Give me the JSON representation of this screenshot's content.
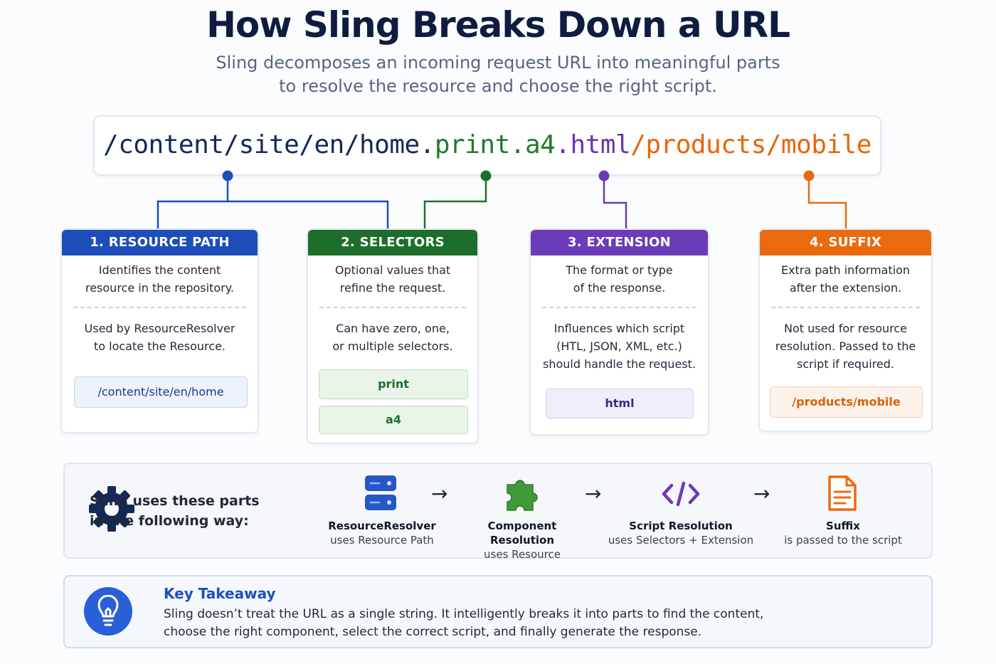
{
  "title": "How Sling Breaks Down a URL",
  "subtitle": [
    "Sling decomposes an incoming request URL into meaningful parts",
    "to resolve the resource and choose the right script."
  ],
  "url": {
    "path": "/content/site/en/home",
    "dot1": ".",
    "sel1": "print",
    "dot2": ".",
    "sel2": "a4",
    "dot3": ".",
    "ext": "html",
    "suffix": "/products/mobile"
  },
  "colors": {
    "path": "#1d4db8",
    "selectors": "#1e6e2b",
    "extension": "#6b3bb8",
    "suffix": "#ea6a10"
  },
  "cards": [
    {
      "header": "1. RESOURCE PATH",
      "desc": [
        "Identifies the content",
        "resource in the repository."
      ],
      "detail": [
        "Used by ResourceResolver",
        "to locate the Resource."
      ],
      "values": [
        "/content/site/en/home"
      ]
    },
    {
      "header": "2. SELECTORS",
      "desc": [
        "Optional values that",
        "refine the request."
      ],
      "detail": [
        "Can have zero, one,",
        "or multiple selectors."
      ],
      "values": [
        "print",
        "a4"
      ]
    },
    {
      "header": "3. EXTENSION",
      "desc": [
        "The format or type",
        "of the response."
      ],
      "detail": [
        "Influences which script",
        "(HTL, JSON, XML, etc.)",
        "should handle the request."
      ],
      "values": [
        "html"
      ]
    },
    {
      "header": "4. SUFFIX",
      "desc": [
        "Extra path information",
        "after the extension."
      ],
      "detail": [
        "Not used for resource",
        "resolution. Passed to the",
        "script if required."
      ],
      "values": [
        "/products/mobile"
      ]
    }
  ],
  "flow": {
    "label": [
      "Sling uses these parts",
      "in the following way:"
    ],
    "arrow": "→",
    "steps": [
      {
        "icon": "server-icon",
        "title": "ResourceResolver",
        "sub": "uses Resource Path"
      },
      {
        "icon": "puzzle-icon",
        "title": "Component Resolution",
        "sub": "uses Resource"
      },
      {
        "icon": "code-icon",
        "title": "Script Resolution",
        "sub": "uses Selectors + Extension"
      },
      {
        "icon": "document-icon",
        "title": "Suffix",
        "sub": "is passed to the script"
      }
    ]
  },
  "takeaway": {
    "title": "Key Takeaway",
    "text": [
      "Sling doesn’t treat the URL as a single string. It intelligently breaks it into parts to find the content,",
      "choose the right component, select the correct script, and finally generate the response."
    ]
  }
}
